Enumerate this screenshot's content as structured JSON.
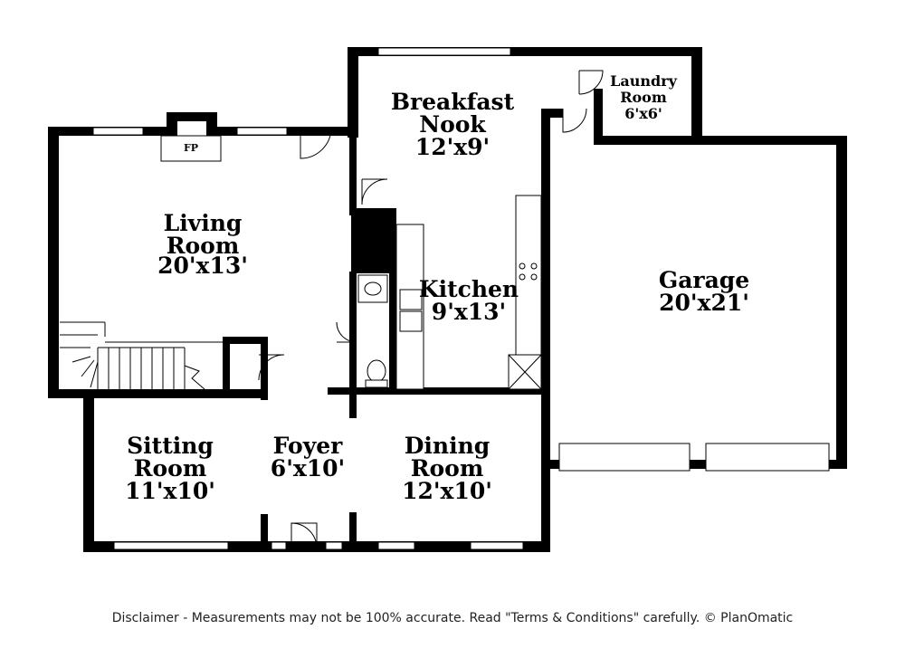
{
  "rooms": {
    "breakfast_nook": {
      "name_line1": "Breakfast",
      "name_line2": "Nook",
      "size": "12'x9'"
    },
    "laundry_room": {
      "name_line1": "Laundry",
      "name_line2": "Room",
      "size": "6'x6'"
    },
    "living_room": {
      "name_line1": "Living",
      "name_line2": "Room",
      "size": "20'x13'"
    },
    "kitchen": {
      "name": "Kitchen",
      "size": "9'x13'"
    },
    "garage": {
      "name": "Garage",
      "size": "20'x21'"
    },
    "sitting_room": {
      "name_line1": "Sitting",
      "name_line2": "Room",
      "size": "11'x10'"
    },
    "foyer": {
      "name": "Foyer",
      "size": "6'x10'"
    },
    "dining_room": {
      "name_line1": "Dining",
      "name_line2": "Room",
      "size": "12'x10'"
    }
  },
  "fireplace_label": "FP",
  "disclaimer": "Disclaimer - Measurements may not be 100% accurate. Read \"Terms & Conditions\" carefully. © PlanOmatic"
}
